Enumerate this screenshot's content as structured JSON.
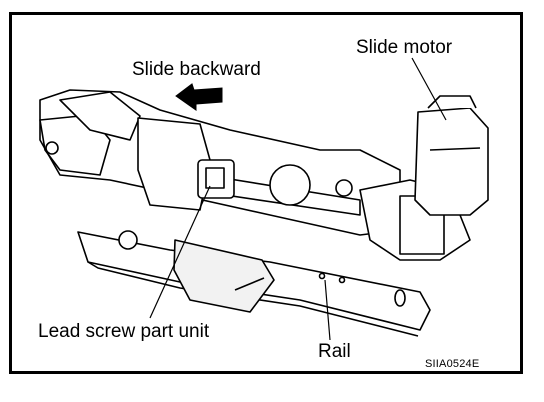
{
  "labels": {
    "slide_backward": "Slide backward",
    "slide_motor": "Slide motor",
    "lead_screw": "Lead screw part unit",
    "rail": "Rail"
  },
  "figure_code": "SIIA0524E",
  "colors": {
    "ink": "#000000",
    "paper": "#ffffff",
    "shade": "#6e6e6e"
  }
}
